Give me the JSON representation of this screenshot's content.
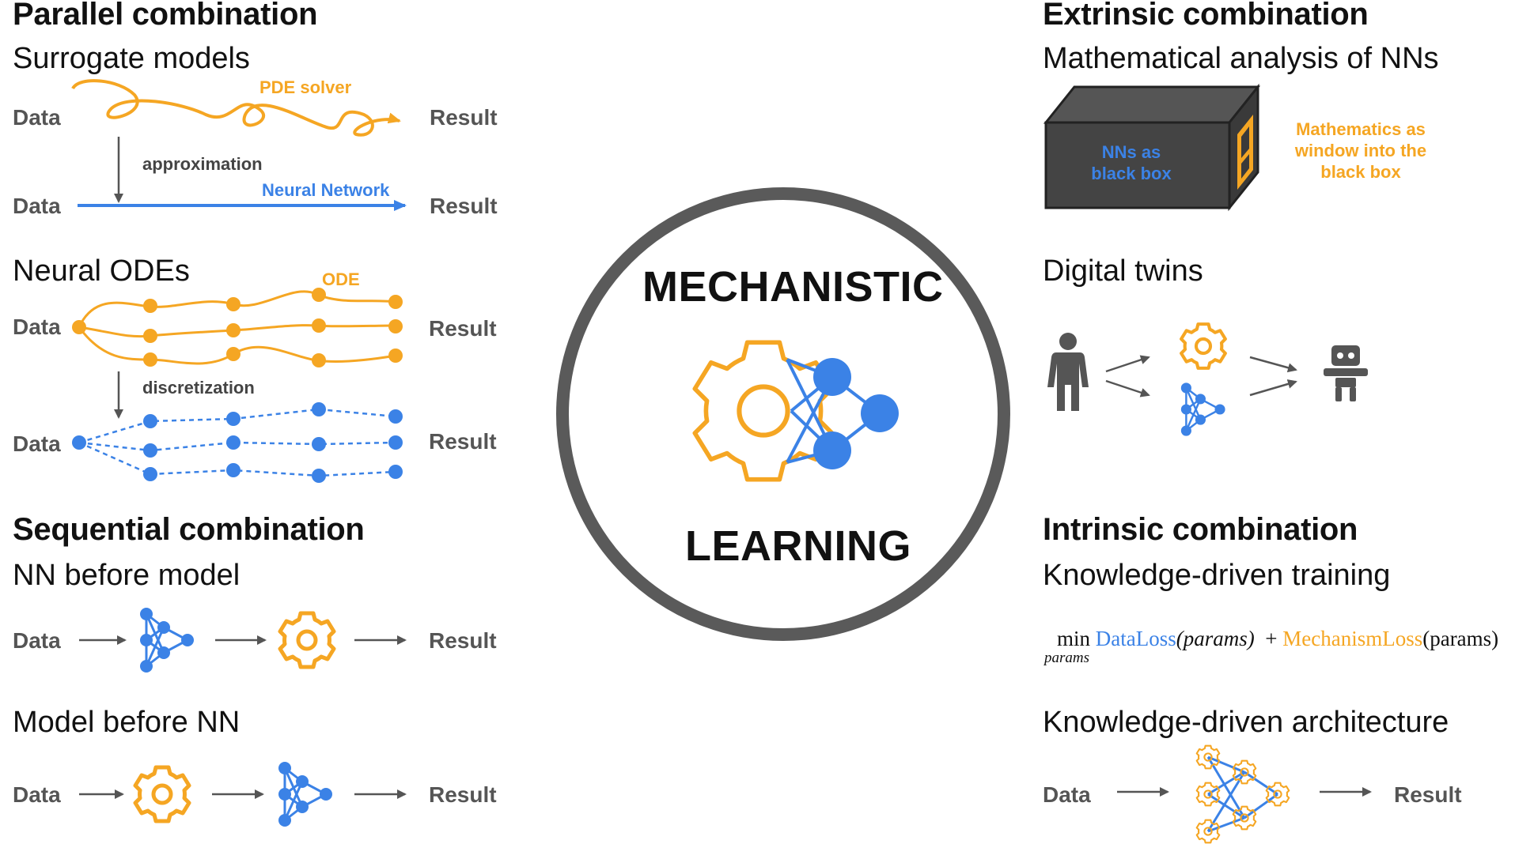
{
  "left": {
    "parallel": {
      "title": "Parallel combination",
      "surrogate": {
        "title": "Surrogate models",
        "data_top": "Data",
        "pde_solver": "PDE solver",
        "result_top": "Result",
        "approximation": "approximation",
        "data_bottom": "Data",
        "neural_network": "Neural Network",
        "result_bottom": "Result"
      },
      "neural_odes": {
        "title": "Neural ODEs",
        "ode": "ODE",
        "data_top": "Data",
        "result_top": "Result",
        "discretization": "discretization",
        "data_bottom": "Data",
        "result_bottom": "Result"
      }
    },
    "sequential": {
      "title": "Sequential combination",
      "nn_before_model": {
        "title": "NN before model",
        "data": "Data",
        "result": "Result"
      },
      "model_before_nn": {
        "title": "Model before NN",
        "data": "Data",
        "result": "Result"
      }
    }
  },
  "center": {
    "top_word": "MECHANISTIC",
    "bottom_word": "LEARNING"
  },
  "right": {
    "extrinsic": {
      "title": "Extrinsic combination",
      "math_analysis": {
        "title": "Mathematical analysis of NNs",
        "box_label_line1": "NNs as",
        "box_label_line2": "black box",
        "window_line1": "Mathematics as",
        "window_line2": "window into the",
        "window_line3": "black box"
      },
      "digital_twins": {
        "title": "Digital twins"
      }
    },
    "intrinsic": {
      "title": "Intrinsic combination",
      "training": {
        "title": "Knowledge-driven training",
        "min": "min",
        "subscript": "params",
        "data_loss": "DataLoss",
        "data_loss_arg": "(params)",
        "plus": "+",
        "mechanism_loss": "MechanismLoss",
        "mechanism_loss_arg": "(params)"
      },
      "architecture": {
        "title": "Knowledge-driven architecture",
        "data": "Data",
        "result": "Result"
      }
    }
  },
  "colors": {
    "orange": "#f5a623",
    "blue": "#3b82e6",
    "dark": "#555555",
    "ring": "#5a5a5a"
  },
  "icons": [
    "gear-icon",
    "neural-network-icon",
    "person-icon",
    "robot-icon",
    "black-box-icon",
    "arrow-icon"
  ]
}
